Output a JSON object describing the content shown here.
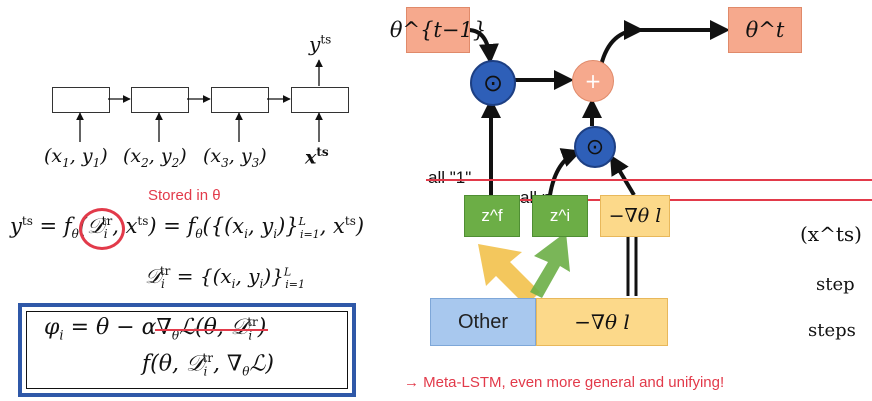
{
  "left": {
    "rnn_output": "y",
    "rnn_output_sup": "ts",
    "inputs": [
      "(x1, y1)",
      "(x2, y2)",
      "(x3, y3)",
      "x^ts"
    ],
    "stored_label": "Stored in θ",
    "eq1": "y^ts = fθ(D_i^tr, x^ts) = fθ({(xi, yi)}_{i=1}^L, x^ts)",
    "eq2": "D_i^tr = {(xi, yi)}_{i=1}^L",
    "eq3_line1_left": "φi = θ − α",
    "eq3_line1_struck": "∇θL(θ, D_i^tr)",
    "eq3_line2": "f(θ, D_i^tr, ∇θL)"
  },
  "right": {
    "theta_prev": "θ^{t−1}",
    "theta_next": "θ^t",
    "mult_symbol": "⊙",
    "plus_symbol": "+",
    "struck_all1": "all \"1\"",
    "struck_alleta": "all η",
    "gate_f": "z^f",
    "gate_i": "z^i",
    "grad_top": "−∇θ l",
    "other_label": "Other",
    "grad_bottom": "−∇θ l"
  },
  "partial_right": [
    "(x^ts)",
    "step",
    "steps"
  ],
  "caption": "→ Meta-LSTM, even more general and unifying!",
  "colors": {
    "red": "#e23a4a",
    "orange": "#f6a98d",
    "blue_node": "#2e5fb8",
    "green": "#6cae46",
    "yellow": "#fcd98a",
    "light_blue": "#a8c8ee",
    "frame_blue": "#2f58a8"
  }
}
